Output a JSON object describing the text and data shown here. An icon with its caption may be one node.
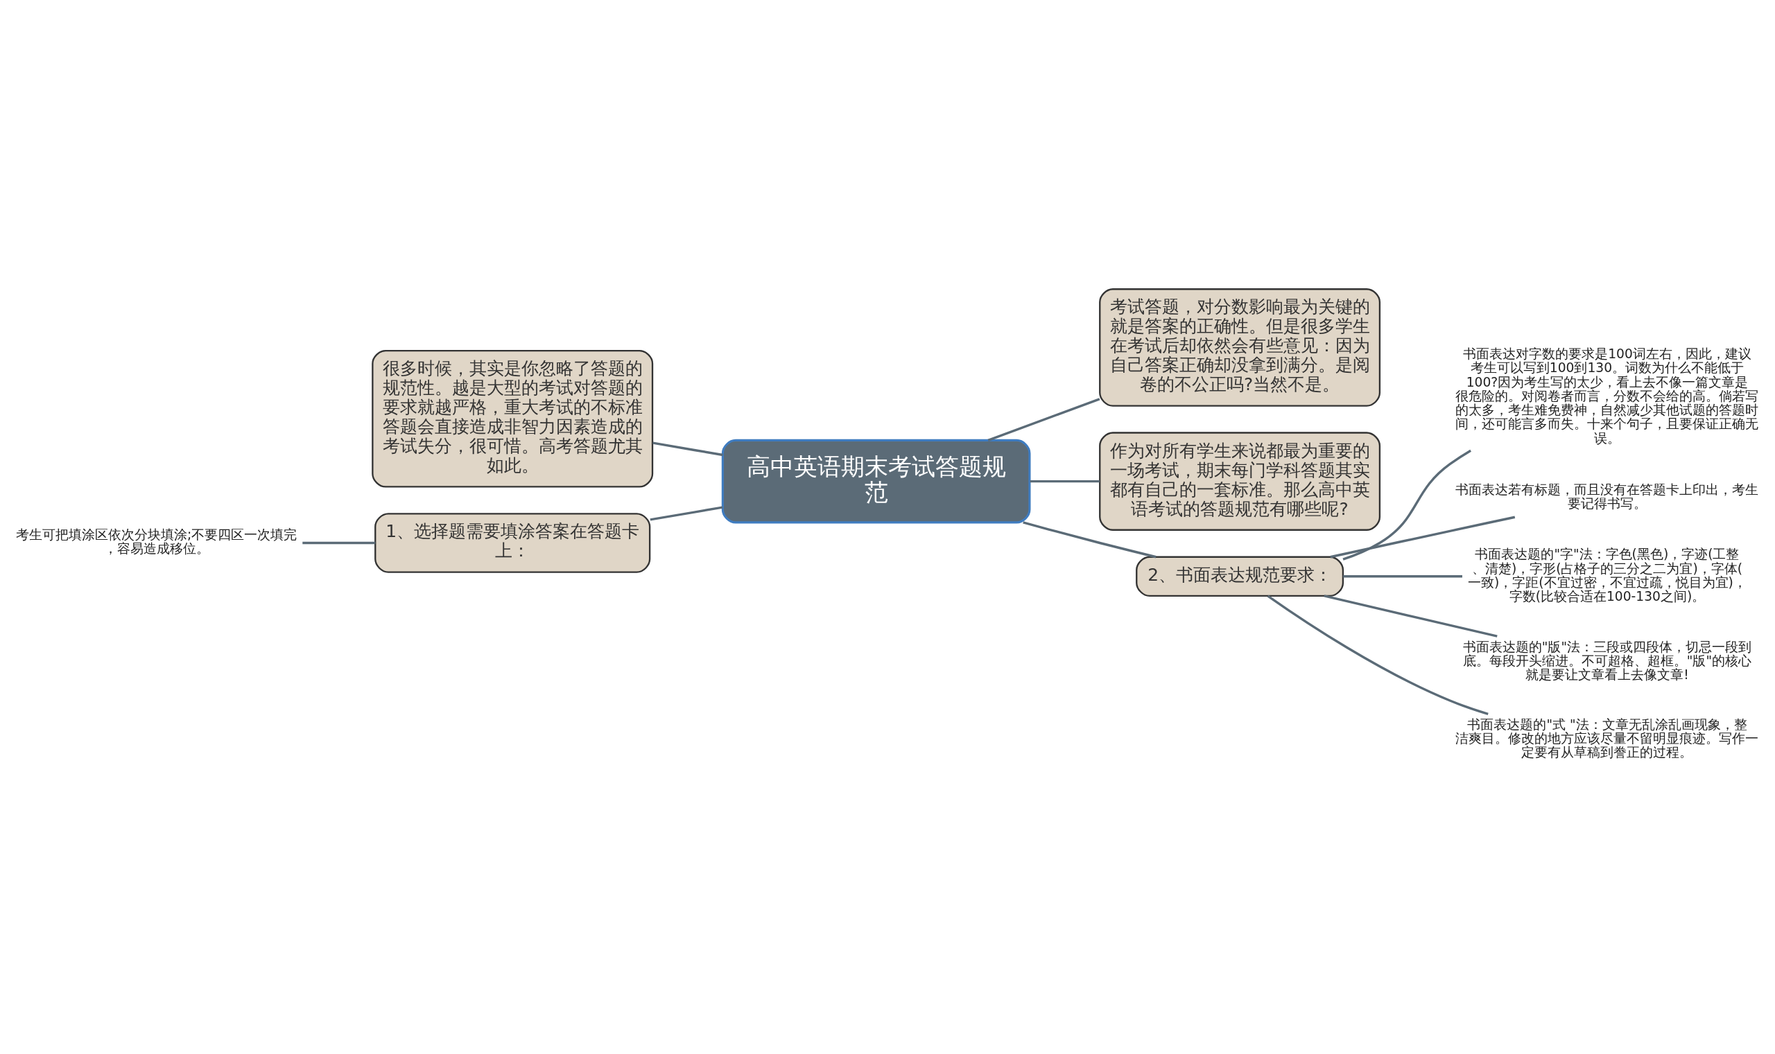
{
  "diagram": {
    "nodes": [
      {
        "text": [
          "高中英语期末考试答题规范"
        ]
      },
      {
        "text": [
          "很多时候，其实是你忽略了答题的规范性。越是大型的考试对答题的要求就越严格，重大考试的不标准答题会直接造成非智力因素造成的考试失分，很可惜。高考答题尤其如此。"
        ]
      },
      {
        "text": [
          "1、选择题需要填涂答案在答题卡上："
        ]
      },
      {
        "text": [
          "考生可把填涂区依次分块填涂;不要四区一次填完，容易造成移位。"
        ]
      },
      {
        "text": [
          "考试答题，对分数影响最为关键的就是答案的正确性。但是很多学生在考试后却依然会有些意见：因为自己答案正确却没拿到满分。是阅卷的不公正吗?当然不是。"
        ]
      },
      {
        "text": [
          "作为对所有学生来说都最为重要的一场考试，期末每门学科答题其实都有自己的一套标准。那么高中英语考试的答题规范有哪些呢?"
        ]
      },
      {
        "text": [
          "2、书面表达规范要求："
        ]
      },
      {
        "text": [
          "书面表达对字数的要求是100词左右，因此，建议考生可以写到100到130。词数为什么不能低于100?因为考生写的太少，看上去不像一篇文章是很危险的。对阅卷者而言，分数不会给的高。倘若写的太多，考生难免费神，自然减少其他试题的答题时间，还可能言多而失。十来个句子，且要保证正确无误。"
        ]
      },
      {
        "text": [
          "书面表达若有标题，而且没有在答题卡上印出，考生要记得书写。"
        ]
      },
      {
        "text": [
          "书面表达题的\"字\"法：字色(黑色)，字迹(工整、清楚)，字形(占格子的三分之二为宜)，字体(一致)，字距(不宜过密，不宜过疏，悦目为宜)，字数(比较合适在100-130之间)。"
        ]
      },
      {
        "text": [
          "书面表达题的\"版\"法：三段或四段体，切忌一段到底。每段开头缩进。不可超格、超框。\"版\"的核心就是要让文章看上去像文章!"
        ]
      },
      {
        "text": [
          "书面表达题的\"式 \"法：文章无乱涂乱画现象，整洁爽目。修改的地方应该尽量不留明显痕迹。写作一定要有从草稿到誊正的过程。"
        ]
      }
    ],
    "edges": [
      {
        "from": 0,
        "to": 1,
        "arrow": "none"
      },
      {
        "from": 0,
        "to": 2,
        "arrow": "none"
      },
      {
        "from": 2,
        "to": 3,
        "arrow": "none"
      },
      {
        "from": 0,
        "to": 4,
        "arrow": "none"
      },
      {
        "from": 0,
        "to": 5,
        "arrow": "none"
      },
      {
        "from": 0,
        "to": 6,
        "arrow": "none"
      },
      {
        "from": 6,
        "to": 7,
        "arrow": "none"
      },
      {
        "from": 6,
        "to": 8,
        "arrow": "none"
      },
      {
        "from": 6,
        "to": 9,
        "arrow": "none"
      },
      {
        "from": 6,
        "to": 10,
        "arrow": "none"
      },
      {
        "from": 6,
        "to": 11,
        "arrow": "none"
      }
    ]
  }
}
